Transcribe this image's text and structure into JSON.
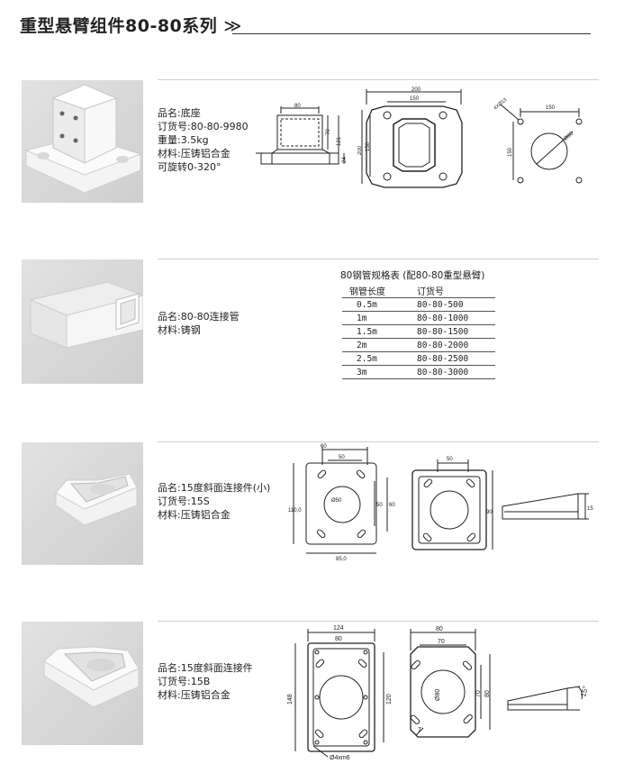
{
  "header": {
    "title": "重型悬臂组件80-80系列",
    "chevrons": "≫"
  },
  "products": [
    {
      "lines": [
        "品名:底座",
        "订货号:80-80-9980",
        "重量:3.5kg",
        "材料:压铸铝合金",
        "可旋转0-320°"
      ],
      "dims": {
        "side_width": "80",
        "side_inner": "70",
        "side_height": "121",
        "side_base": "24",
        "top_outer": "200",
        "top_inner": "150",
        "top_outer_v": "200",
        "top_inner_v": "150",
        "hole_h": "150",
        "hole_v": "150",
        "hole_spec": "4XØ13",
        "circle": "Ø80"
      }
    },
    {
      "lines": [
        "品名:80-80连接管",
        "材料:铸钢"
      ],
      "spec_table": {
        "title": "80钢管规格表 (配80-80重型悬臂)",
        "headers": [
          "钢管长度",
          "订货号"
        ],
        "rows": [
          [
            "0.5m",
            "80-80-500"
          ],
          [
            "1m",
            "80-80-1000"
          ],
          [
            "1.5m",
            "80-80-1500"
          ],
          [
            "2m",
            "80-80-2000"
          ],
          [
            "2.5m",
            "80-80-2500"
          ],
          [
            "3m",
            "80-80-3000"
          ]
        ]
      }
    },
    {
      "lines": [
        "品名:15度斜面连接件(小)",
        "订货号:15S",
        "材料:压铸铝合金"
      ],
      "dims": {
        "w60": "60",
        "w50": "50",
        "h110": "110,0",
        "d50": "Ø50",
        "v50": "50",
        "v60": "60",
        "w85": "85,0",
        "top50": "50",
        "v90": "90",
        "angle": "15"
      }
    },
    {
      "lines": [
        "品名:15度斜面连接件",
        "订货号:15B",
        "材料:压铸铝合金"
      ],
      "dims": {
        "w124": "124",
        "w80": "80",
        "h148": "148",
        "h120": "120",
        "holes": "Ø4xm6",
        "r80": "80",
        "r70": "70",
        "d80": "Ø80",
        "rv70": "70",
        "rv80": "80",
        "seven": "7",
        "angle": "15°"
      }
    }
  ]
}
